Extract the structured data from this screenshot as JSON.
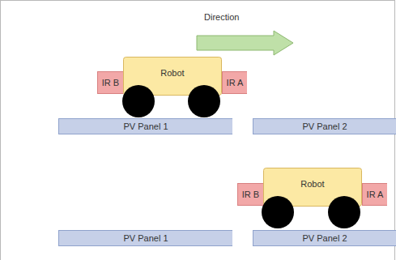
{
  "diagram": {
    "nodes": [
      {
        "text": [
          "Robot"
        ]
      },
      {
        "text": [
          "IR B"
        ]
      },
      {
        "text": [
          "IR A"
        ]
      },
      {
        "text": [
          "PV Panel 1"
        ]
      },
      {
        "text": [
          "PV Panel 2"
        ]
      },
      {
        "text": [
          "Robot"
        ]
      },
      {
        "text": [
          "IR B"
        ]
      },
      {
        "text": [
          "IR A"
        ]
      },
      {
        "text": [
          "PV Panel 1"
        ]
      },
      {
        "text": [
          "PV Panel 2"
        ]
      }
    ],
    "labels": [
      "Direction"
    ]
  }
}
